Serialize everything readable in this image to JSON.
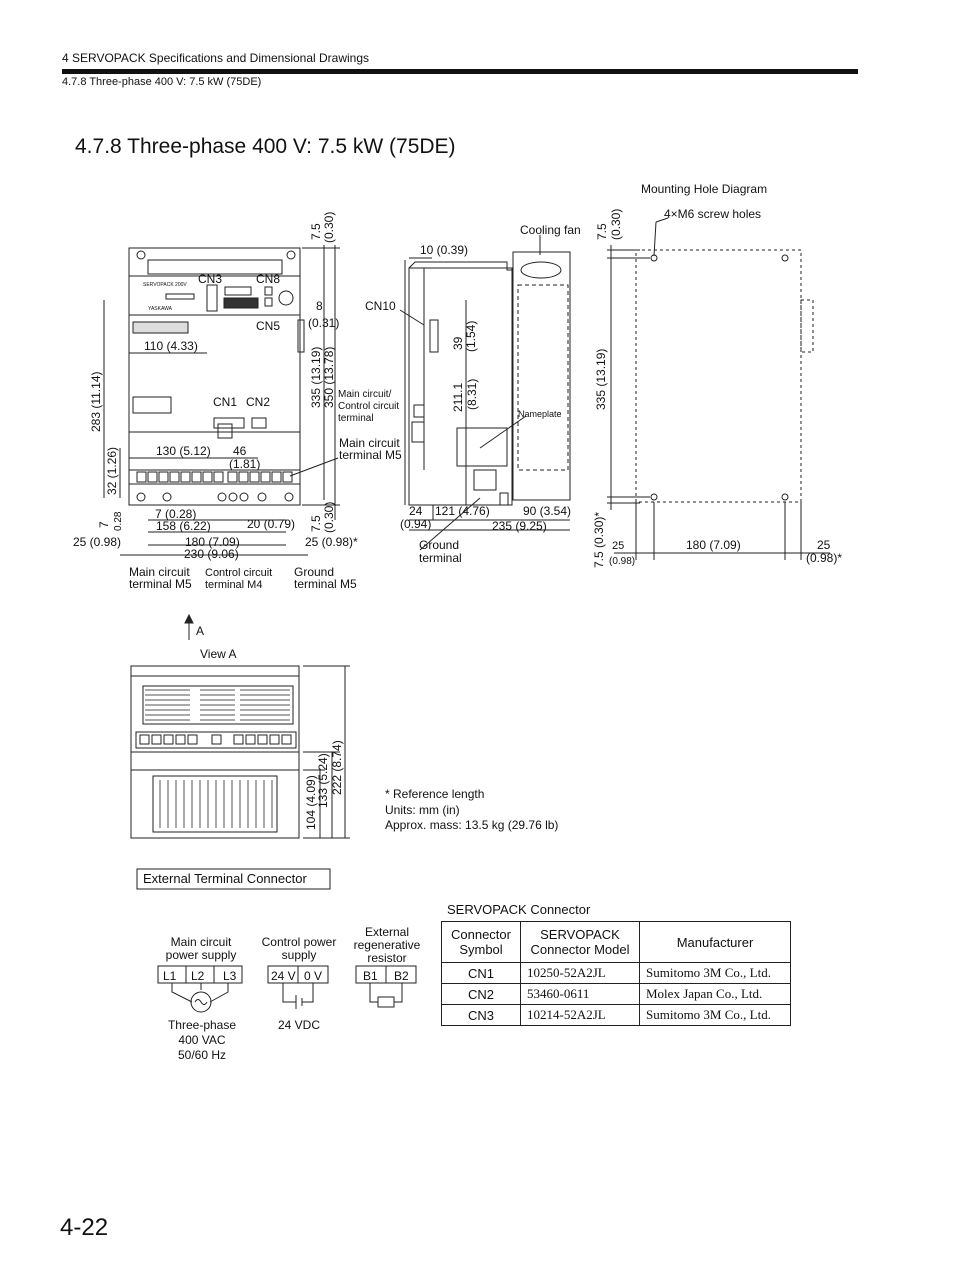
{
  "header": {
    "chapter": "4  SERVOPACK Specifications and Dimensional Drawings",
    "section": "4.7.8  Three-phase 400 V: 7.5 kW (75DE)"
  },
  "title": "4.7.8  Three-phase 400 V: 7.5 kW (75DE)",
  "front_view": {
    "labels": {
      "cn3": "CN3",
      "cn8": "CN8",
      "cn5": "CN5",
      "cn1": "CN1",
      "cn2": "CN2",
      "servopack_model": "SERVOPACK 200V",
      "brand": "YASKAWA",
      "main_circuit_m5_left": [
        "Main circuit",
        "terminal M5"
      ],
      "control_circuit_m4": [
        "Control circuit",
        "terminal M4"
      ],
      "ground_m5": [
        "Ground",
        "terminal M5"
      ],
      "main_circuit_m5_right": [
        "Main circuit",
        "terminal M5"
      ],
      "main_control_terminal": [
        "Main circuit/",
        "Control circuit",
        "terminal"
      ]
    },
    "dims": {
      "d110": "110 (4.33)",
      "d130": "130 (5.12)",
      "d46": "46",
      "d181": "(1.81)",
      "d7_028": "7 (0.28)",
      "d158": "158 (6.22)",
      "d20": "20 (0.79)",
      "d180": "180 (7.09)",
      "d230": "230 (9.06)",
      "d25_left": "25 (0.98)",
      "d25_right": "25 (0.98)*",
      "d283": "283 (11.14)",
      "d32": "32 (1.26)",
      "d7": "7",
      "d028": "0.28",
      "d75_top": "7.5",
      "d030_top": "(0.30)",
      "d8": "8",
      "d031": "(0.31)",
      "d335": "335 (13.19)",
      "d350": "350 (13.78)",
      "d75_bottom": "7.5",
      "d030_bottom": "(0.30)"
    }
  },
  "side_view": {
    "labels": {
      "cooling_fan": "Cooling fan",
      "cn10": "CN10",
      "nameplate": "Nameplate",
      "ground_terminal": [
        "Ground",
        "terminal"
      ]
    },
    "dims": {
      "d10": "10 (0.39)",
      "d39": "39",
      "d154": "(1.54)",
      "d2111": "211.1",
      "d831": "(8.31)",
      "d24": "24",
      "d094": "(0.94)",
      "d121": "121 (4.76)",
      "d90": "90 (3.54)",
      "d235": "235 (9.25)"
    }
  },
  "mounting": {
    "title": "Mounting Hole Diagram",
    "screw_holes": "4×M6 screw holes",
    "dims": {
      "d75_top": "7.5",
      "d030_top": "(0.30)",
      "d335": "335 (13.19)",
      "d75_bottom": "7.5 (0.30)*",
      "d25_left": "25",
      "d098_left": "(0.98)",
      "d180": "180 (7.09)",
      "d25_right": "25",
      "d098_right": "(0.98)*"
    }
  },
  "view_a": {
    "arrow_label": "A",
    "title": "View A",
    "dims": {
      "d104": "104 (4.09)",
      "d133": "133 (5.24)",
      "d222": "222 (8.74)"
    }
  },
  "notes": [
    "* Reference length",
    "Units: mm (in)",
    "Approx. mass: 13.5 kg (29.76 lb)"
  ],
  "external_terminal": {
    "title": "External Terminal Connector",
    "main_power": {
      "label": [
        "Main circuit",
        "power supply"
      ],
      "terminals": [
        "L1",
        "L2",
        "L3"
      ],
      "caption": [
        "Three-phase",
        "400 VAC",
        "50/60 Hz"
      ]
    },
    "control_power": {
      "label": [
        "Control power",
        "supply"
      ],
      "terminals": [
        "24 V",
        "0 V"
      ],
      "caption": "24 VDC"
    },
    "regen": {
      "label": [
        "External",
        "regenerative",
        "resistor"
      ],
      "terminals": [
        "B1",
        "B2"
      ]
    }
  },
  "connector_table": {
    "caption": "SERVOPACK Connector",
    "headers": [
      "Connector Symbol",
      "SERVOPACK Connector Model",
      "Manufacturer"
    ],
    "rows": [
      [
        "CN1",
        "10250-52A2JL",
        "Sumitomo 3M Co., Ltd."
      ],
      [
        "CN2",
        "53460-0611",
        "Molex Japan Co., Ltd."
      ],
      [
        "CN3",
        "10214-52A2JL",
        "Sumitomo 3M Co., Ltd."
      ]
    ]
  },
  "page_number": "4-22"
}
